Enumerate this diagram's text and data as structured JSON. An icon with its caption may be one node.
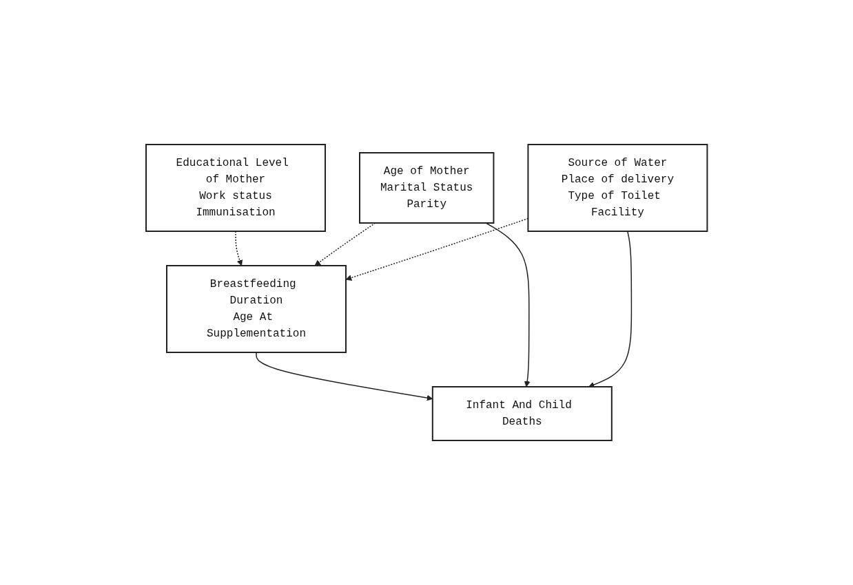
{
  "diagram": {
    "nodes": [
      {
        "text": [
          "Educational Level of Mother",
          "Work status",
          "Immunisation"
        ]
      },
      {
        "text": [
          "Age of Mother",
          "Marital Status",
          "Parity"
        ]
      },
      {
        "text": [
          "Breastfeeding Duration",
          "Age At Supplementation"
        ]
      },
      {
        "text": [
          "Source of Water",
          "Place of delivery",
          "Type of Toilet Facility"
        ]
      },
      {
        "text": [
          "Infant And Child Deaths"
        ]
      }
    ],
    "edges": [
      {
        "from": 0,
        "to": 2,
        "arrow": "to",
        "style": "dashed"
      },
      {
        "from": 1,
        "to": 2,
        "arrow": "to",
        "style": "dashed"
      },
      {
        "from": 3,
        "to": 2,
        "arrow": "to",
        "style": "dashed"
      },
      {
        "from": 2,
        "to": 4,
        "arrow": "to"
      },
      {
        "from": 1,
        "to": 4,
        "arrow": "to"
      },
      {
        "from": 3,
        "to": 4,
        "arrow": "to"
      }
    ]
  }
}
